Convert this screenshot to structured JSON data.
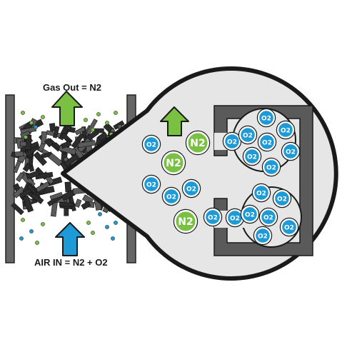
{
  "labels": {
    "gas_out": "Gas Out = N2",
    "air_in": "AIR IN = N2 + O2"
  },
  "molecules": {
    "o2": "O2",
    "n2": "N2"
  },
  "colors": {
    "o2_fill": "#1e9ad6",
    "n2_fill": "#7ac143",
    "arrow_green": "#7ac143",
    "arrow_blue": "#1e9ad6",
    "sieve_dark": "#2c2c2c",
    "sieve_mid": "#5a5a5a",
    "wall_gray": "#666666",
    "bubble_fill": "#e6e6e6",
    "bubble_stroke": "#1a1a1a"
  }
}
